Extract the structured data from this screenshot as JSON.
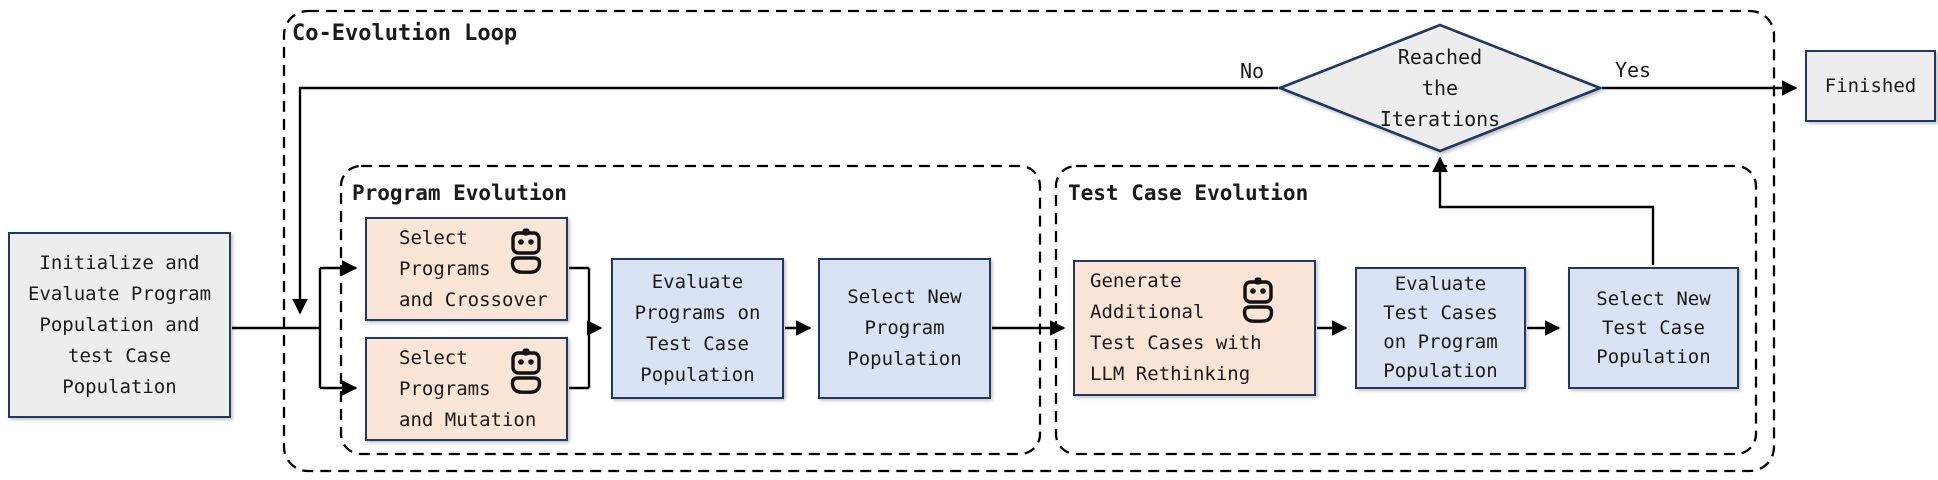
{
  "colors": {
    "node_border": "#1f3864",
    "llm_node_fill": "#fbe5d6",
    "process_node_fill": "#dae3f3",
    "terminal_node_fill": "#ededed",
    "connector": "#000000"
  },
  "loop": {
    "title": "Co-Evolution Loop"
  },
  "sections": {
    "program_evolution": {
      "title": "Program Evolution"
    },
    "test_case_evolution": {
      "title": "Test Case Evolution"
    }
  },
  "nodes": {
    "init": {
      "text": "Initialize and\nEvaluate Program\nPopulation and\ntest Case\nPopulation"
    },
    "select_crossover": {
      "text": "Select\nPrograms\nand Crossover",
      "icon": "robot-icon"
    },
    "select_mutation": {
      "text": "Select\nPrograms\nand Mutation",
      "icon": "robot-icon"
    },
    "evaluate_programs": {
      "text": "Evaluate\nPrograms on\nTest Case\nPopulation"
    },
    "select_new_program": {
      "text": "Select New\nProgram\nPopulation"
    },
    "generate_tests": {
      "text": "Generate\nAdditional\nTest Cases with\nLLM Rethinking",
      "icon": "robot-icon"
    },
    "evaluate_tests": {
      "text": "Evaluate\nTest Cases\non Program\nPopulation"
    },
    "select_new_tests": {
      "text": "Select New\nTest Case\nPopulation"
    },
    "decision": {
      "text": "Reached\nthe\nIterations"
    },
    "finished": {
      "text": "Finished"
    }
  },
  "edge_labels": {
    "no": "No",
    "yes": "Yes"
  }
}
